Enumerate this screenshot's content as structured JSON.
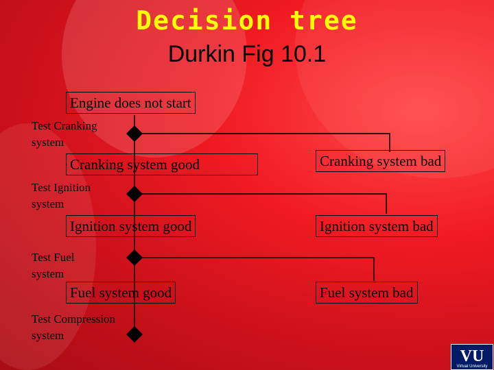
{
  "title": "Decision tree",
  "subtitle": "Durkin Fig 10.1",
  "root": "Engine does not start",
  "tests": [
    "Test Cranking system",
    "Test Ignition system",
    "Test Fuel system",
    "Test Compression system"
  ],
  "good": [
    "Cranking system good",
    "Ignition system good",
    "Fuel system good"
  ],
  "bad": [
    "Cranking system bad",
    "Ignition system bad",
    "Fuel system bad"
  ],
  "colors": {
    "title": "#ffff00",
    "background": "#e01820",
    "line": "#000000"
  },
  "logo": "Virtual University"
}
